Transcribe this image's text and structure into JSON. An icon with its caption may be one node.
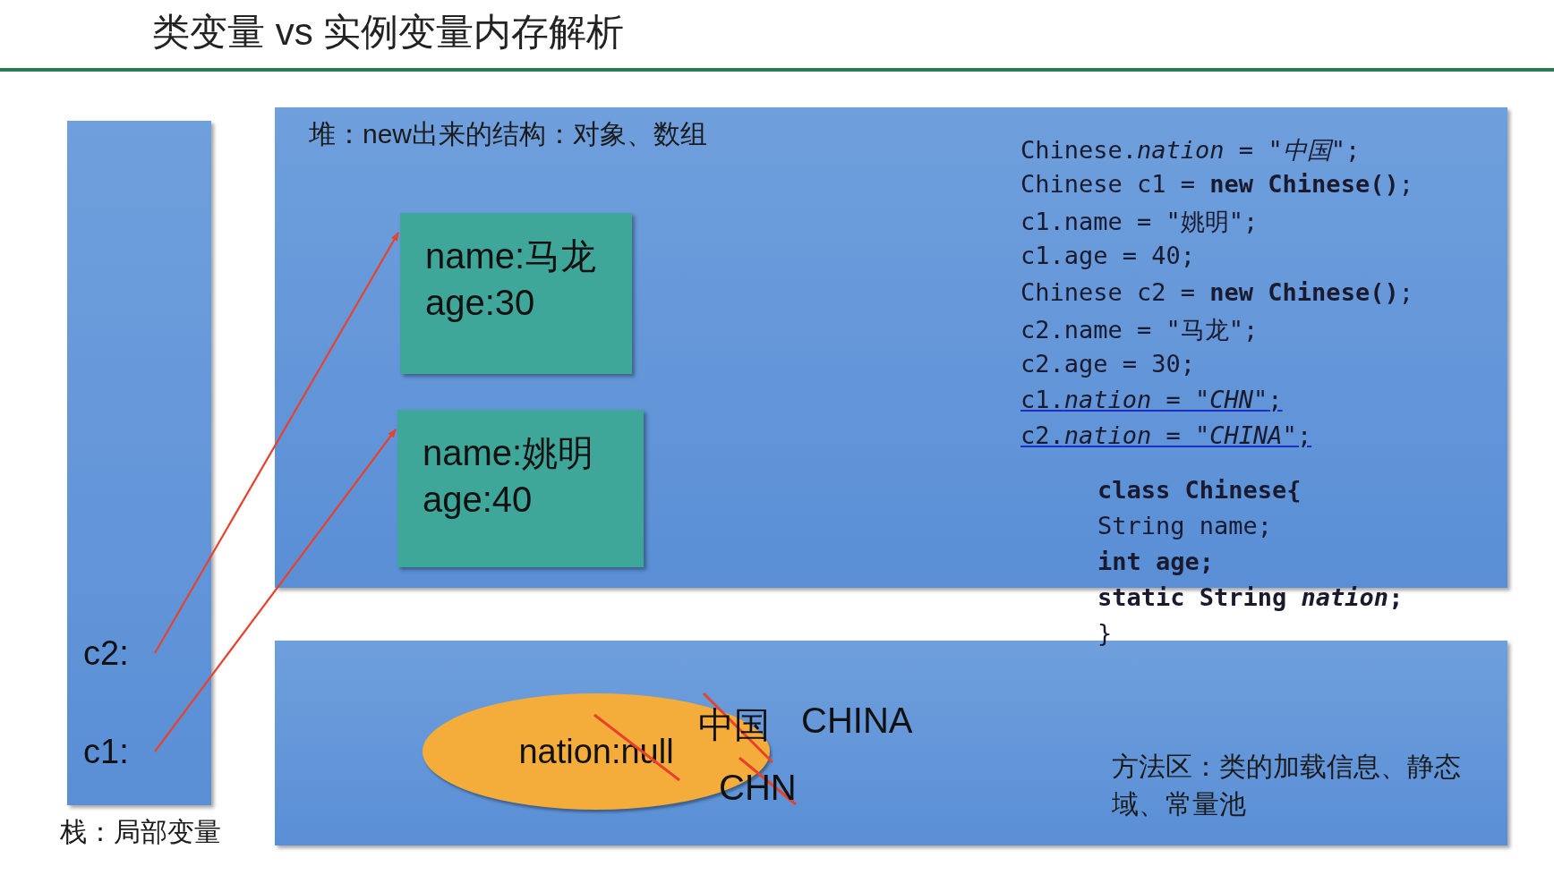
{
  "diagram": {
    "title": "类变量 vs 实例变量内存解析",
    "nodes": [
      {
        "text": [
          "栈：局部变量"
        ]
      },
      {
        "text": [
          "c2:"
        ],
        "in": 0
      },
      {
        "text": [
          "c1:"
        ],
        "in": 0
      },
      {
        "text": [
          "堆：new出来的结构：对象、数组"
        ]
      },
      {
        "text": [
          "name:马龙",
          "age:30"
        ],
        "in": 3
      },
      {
        "text": [
          "name:姚明",
          "age:40"
        ],
        "in": 3
      },
      {
        "text": [
          "方法区：类的加载信息、静态域、常量池"
        ]
      },
      {
        "text": [
          "nation:null"
        ],
        "in": 6
      }
    ],
    "edges": [
      {
        "from": 1,
        "to": 4,
        "arrow": "to"
      },
      {
        "from": 2,
        "to": 5,
        "arrow": "to"
      }
    ],
    "labels": [
      "Chinese.*nation* = *\"中国\"*;",
      "Chinese c1 = **new Chinese()**;",
      "c1.name = \"姚明\";",
      "c1.age = 40;",
      "Chinese c2 = **new Chinese()**;",
      "c2.name = \"马龙\";",
      "c2.age = 30;",
      "c1.*nation = \"CHN\"*;",
      "c2.*nation = \"CHINA\"*;",
      "**class Chinese{**",
      "String name;",
      "**int age;**",
      "**static String *nation*;**",
      "}",
      "中国",
      "CHINA",
      "CHN"
    ]
  }
}
